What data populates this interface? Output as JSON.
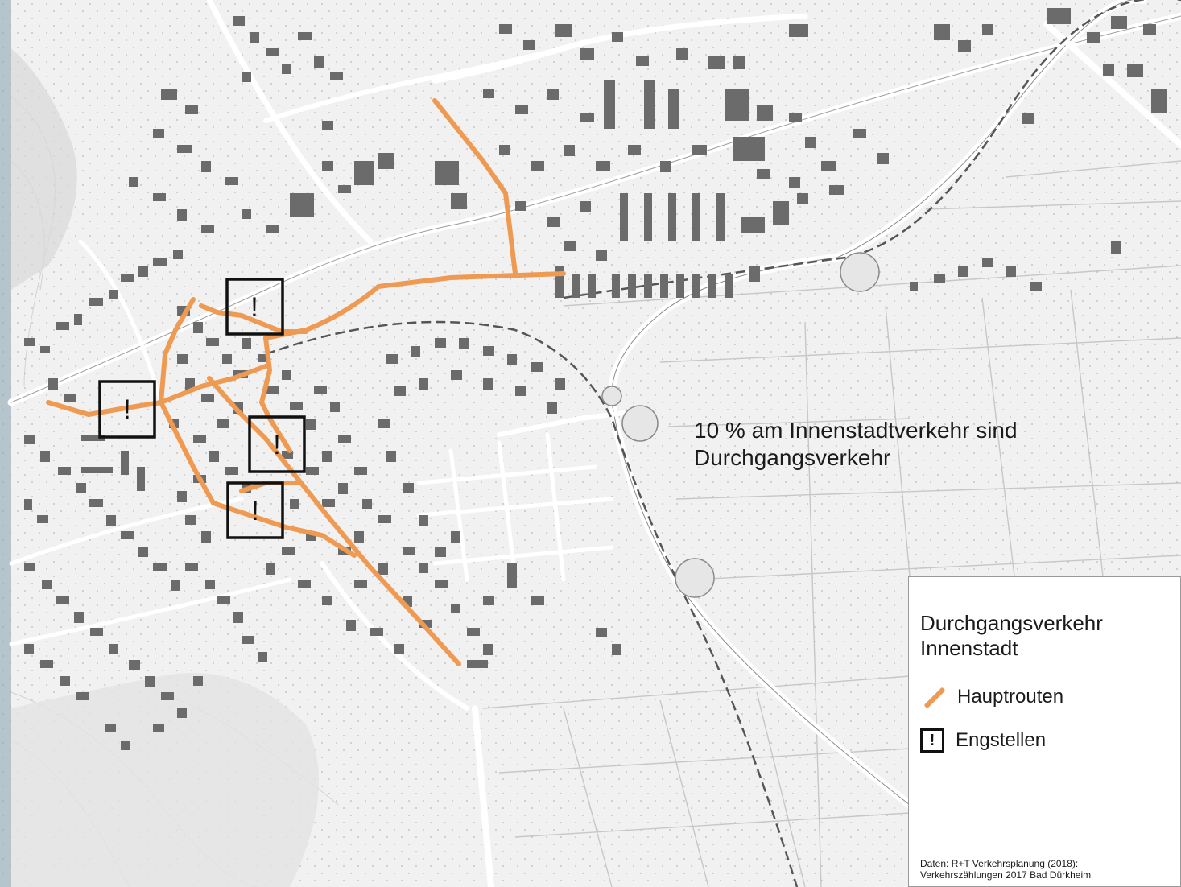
{
  "annotation": {
    "line1": "10 % am Innenstadtverkehr sind",
    "line2": "Durchgangsverkehr"
  },
  "legend": {
    "title_line1": "Durchgangsverkehr",
    "title_line2": "Innenstadt",
    "items": [
      {
        "label": "Hauptrouten",
        "symbol": "orange-line-icon"
      },
      {
        "label": "Engstellen",
        "symbol": "exclamation-box-icon"
      }
    ],
    "source_line1": "Daten:  R+T Verkehrsplanung (2018):",
    "source_line2": "Verkehrszählungen 2017 Bad Dürkheim"
  },
  "marker_symbol": "!",
  "colors": {
    "route": "#ef9a52",
    "building": "#6b6b6b",
    "road": "#ffffff",
    "background": "#f2f2f2",
    "bottleneck_box": "#111111"
  }
}
